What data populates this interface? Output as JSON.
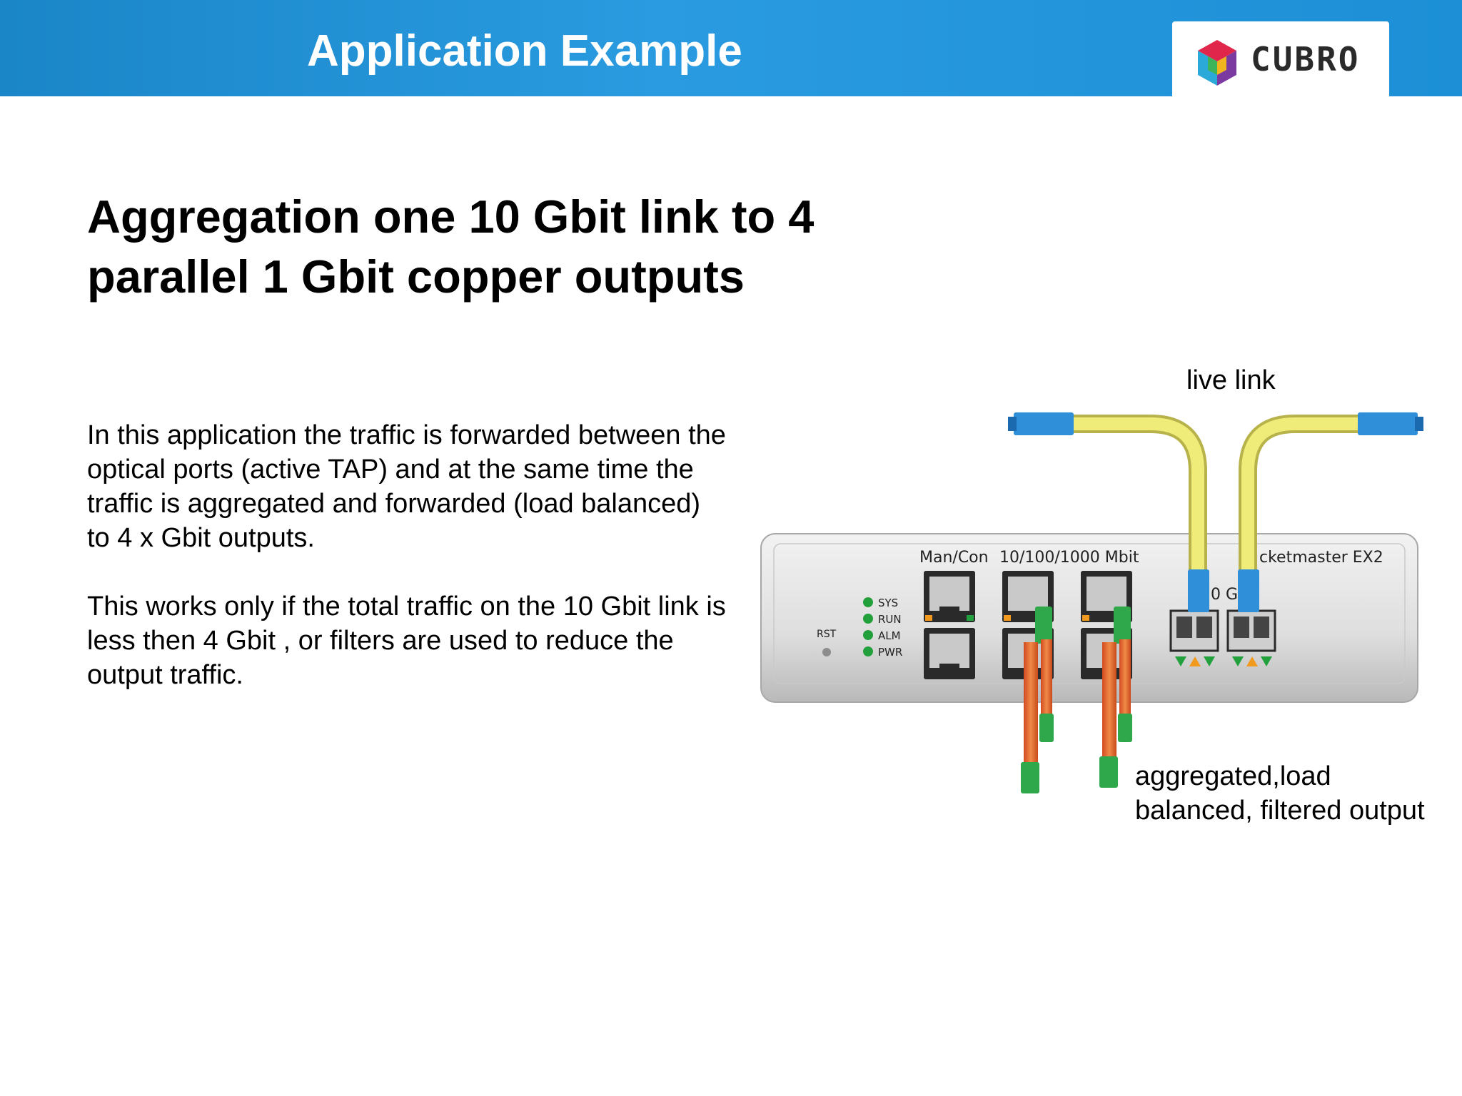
{
  "header": {
    "title": "Application Example",
    "brand_color": "#1a86c8",
    "logo": {
      "text": "CUBRO"
    }
  },
  "slide": {
    "title": "Aggregation one 10 Gbit link to 4 parallel 1 Gbit copper outputs",
    "paragraphs": [
      "In this application the traffic is forwarded between the optical ports (active TAP) and at the same time the traffic is aggregated and forwarded (load balanced) to 4 x Gbit outputs.",
      "This works only if the total traffic on the 10 Gbit link is less then 4 Gbit , or filters are used to reduce the output traffic."
    ]
  },
  "diagram": {
    "labels": {
      "live_link": "live link",
      "output": "aggregated,load balanced, filtered output"
    },
    "device": {
      "port_group_mancon": "Man/Con",
      "port_group_copper": "10/100/1000 Mbit",
      "model": "cketmaster EX2",
      "fiber_label": "10 GE",
      "reset": "RST",
      "leds": [
        "SYS",
        "RUN",
        "ALM",
        "PWR"
      ]
    },
    "colors": {
      "fiber_cable": "#f0ec7a",
      "fiber_connector": "#2f8fd8",
      "copper_cable": "#e0602a",
      "copper_connector": "#2ea84a",
      "led": "#22a03c"
    }
  }
}
